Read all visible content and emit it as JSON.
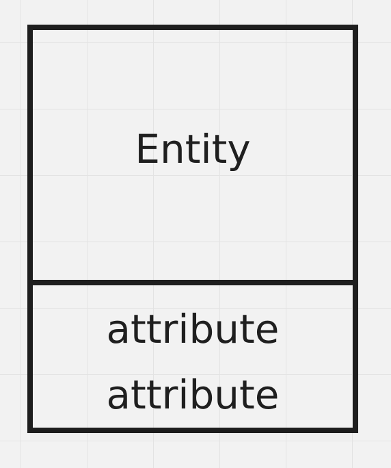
{
  "canvas": {
    "background": "#f2f2f2",
    "grid_color": "#e3e3e3",
    "stroke_color": "#1e1e1e"
  },
  "entity": {
    "name": "Entity",
    "attributes": [
      "attribute",
      "attribute"
    ]
  }
}
